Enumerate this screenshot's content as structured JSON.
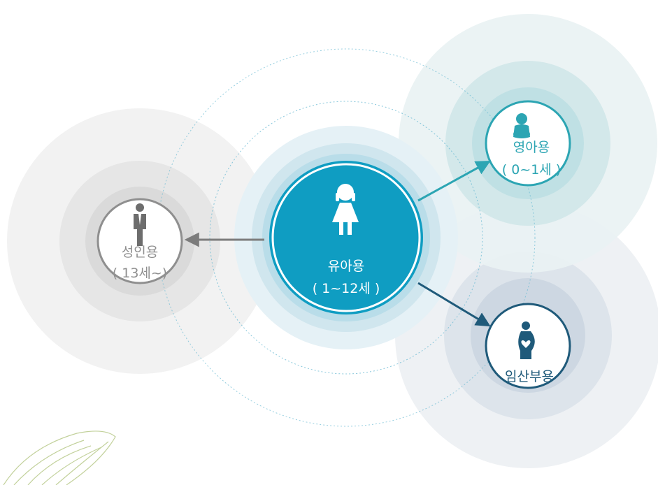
{
  "nodes": {
    "center": {
      "title": "유아용",
      "subtitle": "( 1~12세 )",
      "color": "#0f9dc2",
      "icon": "girl-icon"
    },
    "adult": {
      "title": "성인용",
      "subtitle": "( 13세~)",
      "color": "#8f8f8f",
      "icon": "man-in-suit-icon"
    },
    "infant": {
      "title": "영아용",
      "subtitle": "( 0~1세 )",
      "color": "#2ca5b3",
      "icon": "baby-icon"
    },
    "pregnant": {
      "title": "임산부용",
      "color": "#1f5a7a",
      "icon": "pregnant-woman-icon"
    }
  },
  "colors": {
    "adult_halo": "#f0f0f0",
    "adult_ring": "#dcdcdc",
    "infant_halo": "#e6f1f2",
    "infant_ring": "#c8e3e6",
    "pregnant_halo": "#e9edf1",
    "pregnant_ring": "#cdd7e2",
    "dotted": "#6bbad3",
    "decor_leaf": "#b8c98a"
  }
}
